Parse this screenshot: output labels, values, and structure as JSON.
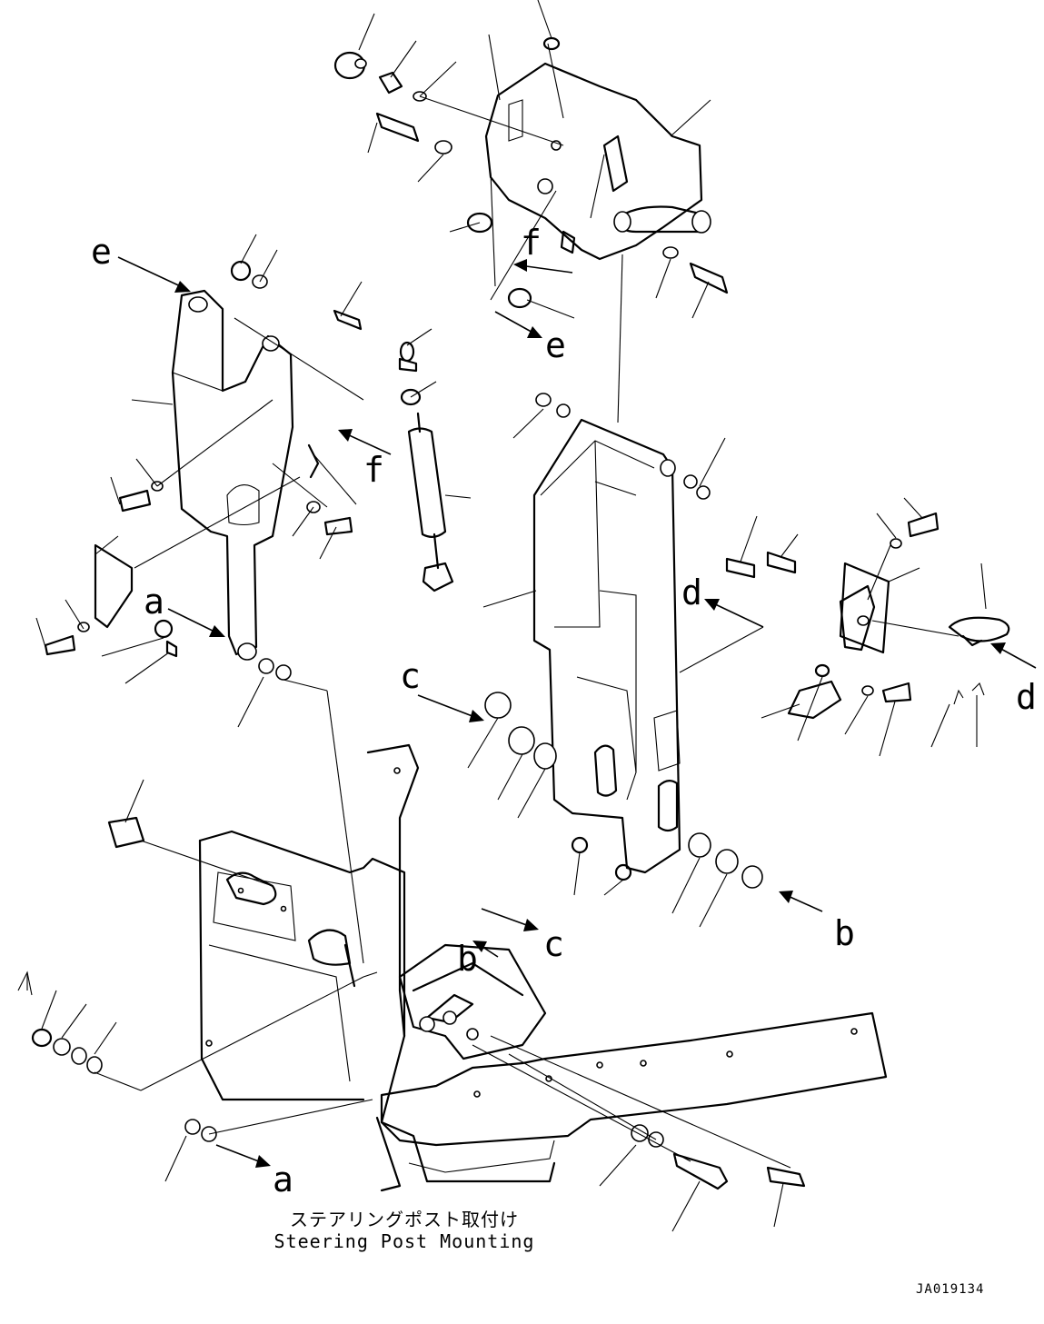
{
  "callouts": {
    "a1": "a",
    "a2": "a",
    "b1": "b",
    "b2": "b",
    "c1": "c",
    "c2": "c",
    "d1": "d",
    "d2": "d",
    "e1": "e",
    "e2": "e",
    "f1": "f",
    "f2": "f"
  },
  "caption_jp": "ステアリングポスト取付け",
  "caption_en": "Steering Post Mounting",
  "drawing_code": "JA019134"
}
